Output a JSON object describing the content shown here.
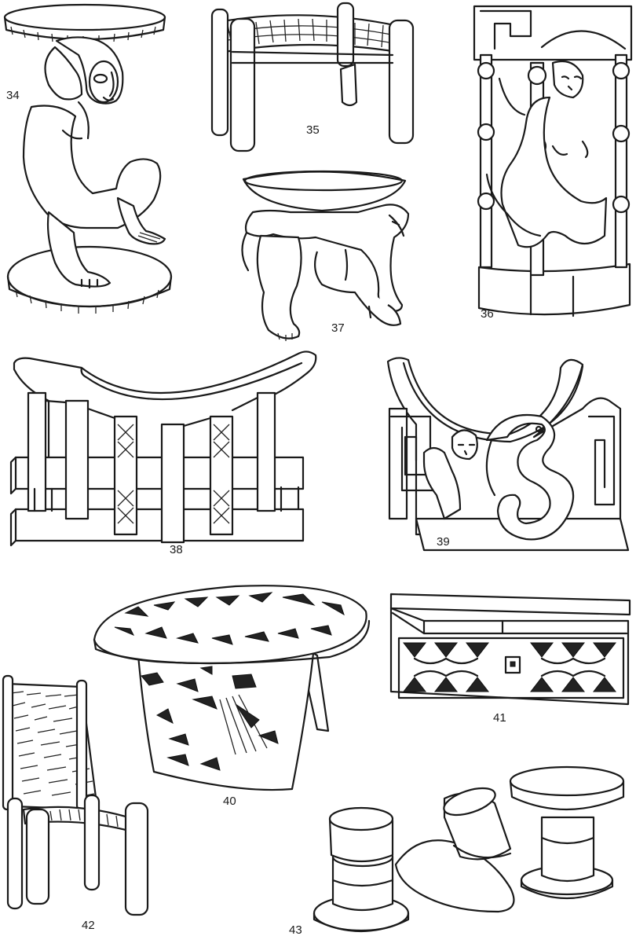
{
  "plate": {
    "figures": [
      {
        "id": "fig-34",
        "number": "34",
        "icon": "caryatid-stool-icon"
      },
      {
        "id": "fig-35",
        "number": "35",
        "icon": "woven-stool-icon"
      },
      {
        "id": "fig-36",
        "number": "36",
        "icon": "column-caryatid-stool-icon"
      },
      {
        "id": "fig-37",
        "number": "37",
        "icon": "animal-stool-icon"
      },
      {
        "id": "fig-38",
        "number": "38",
        "icon": "crescent-stool-icon"
      },
      {
        "id": "fig-39",
        "number": "39",
        "icon": "snake-stool-icon"
      },
      {
        "id": "fig-40",
        "number": "40",
        "icon": "carved-oval-stool-icon"
      },
      {
        "id": "fig-41",
        "number": "41",
        "icon": "carved-chest-icon"
      },
      {
        "id": "fig-42",
        "number": "42",
        "icon": "woven-chair-icon"
      },
      {
        "id": "fig-43",
        "number": "43",
        "icon": "spool-stools-icon"
      }
    ]
  }
}
